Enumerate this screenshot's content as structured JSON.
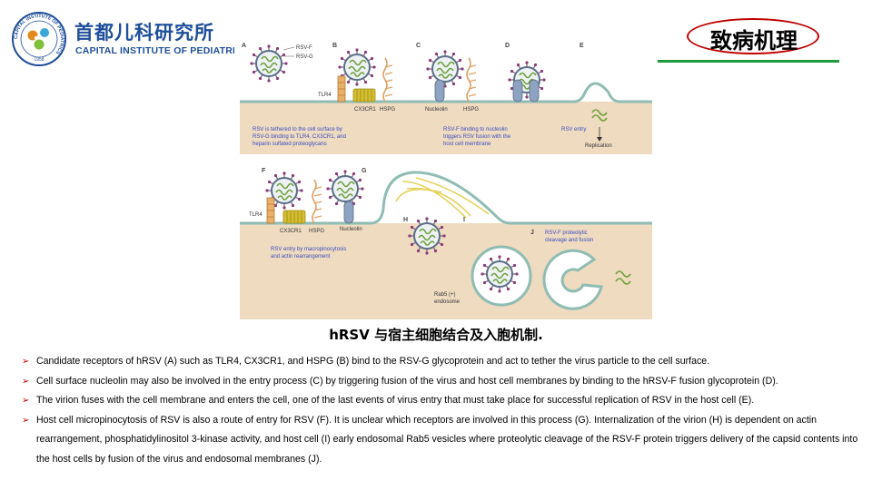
{
  "header": {
    "institute_cn": "首都儿科研究所",
    "institute_en": "CAPITAL INSTITUTE OF PEDIATRICS",
    "logo_ring_text": "CAPITAL INSTITUTE OF PEDIATRICS",
    "logo_year": "1958",
    "slide_title": "致病机理"
  },
  "figure": {
    "panels": {
      "A": "A",
      "B": "B",
      "C": "C",
      "D": "D",
      "E": "E",
      "F": "F",
      "G": "G",
      "H": "H",
      "I": "I",
      "J": "J"
    },
    "labels": {
      "rsv_f": "RSV-F",
      "rsv_g": "RSV-G",
      "tlr4": "TLR4",
      "cx3cr1": "CX3CR1",
      "hspg": "HSPG",
      "nucleolin": "Nucleolin",
      "replication": "Replication",
      "rab5": "Rab5 (+)",
      "endosome": "endosome"
    },
    "captions": {
      "a1": "RSV is tethered to the cell surface by",
      "a2": "RSV-G binding to TLR4, CX3CR1, and",
      "a3": "heparin sulfated proteoglycans",
      "c1": "RSV-F binding to nucleolin",
      "c2": "triggers RSV fusion with the",
      "c3": "host cell membrane",
      "e1": "RSV entry",
      "f1": "RSV entry by macropinocytosis",
      "f2": "and actin rearrangement",
      "j1": "RSV-F proteolytic",
      "j2": "cleavage and fusion"
    },
    "colors": {
      "cytoplasm": "#eedbc0",
      "membrane": "#8fbcb3",
      "virus_outline": "#5a6e87",
      "rna": "#6ea03a",
      "spike_head": "#8a3a7a",
      "receptor_orange": "#e0a266",
      "receptor_yellow": "#c9b02b",
      "nucleolin": "#8ea2c2",
      "caption_text": "#3b4cc0"
    }
  },
  "caption": "hRSV 与宿主细胞结合及入胞机制.",
  "bullets": [
    "Candidate receptors of hRSV (A) such as TLR4, CX3CR1, and HSPG (B) bind to the RSV-G glycoprotein and act to tether the virus particle to the cell surface.",
    "Cell surface nucleolin may also be involved in the entry process (C) by triggering fusion of the virus and host cell membranes by binding to the hRSV-F fusion glycoprotein (D).",
    "The virion fuses with the cell membrane and enters the cell, one of the last events of virus entry that must take place for successful replication of RSV in the host cell (E).",
    "Host cell micropinocytosis of RSV is also a route of entry for RSV (F). It is unclear which receptors are involved in this process (G). Internalization of the virion (H) is dependent on actin rearrangement, phosphatidylinositol 3-kinase activity, and host cell (I) early endosomal Rab5 vesicles where proteolytic cleavage of the RSV-F protein triggers delivery of the capsid contents into the host cells by fusion of the virus and endosomal membranes (J)."
  ]
}
